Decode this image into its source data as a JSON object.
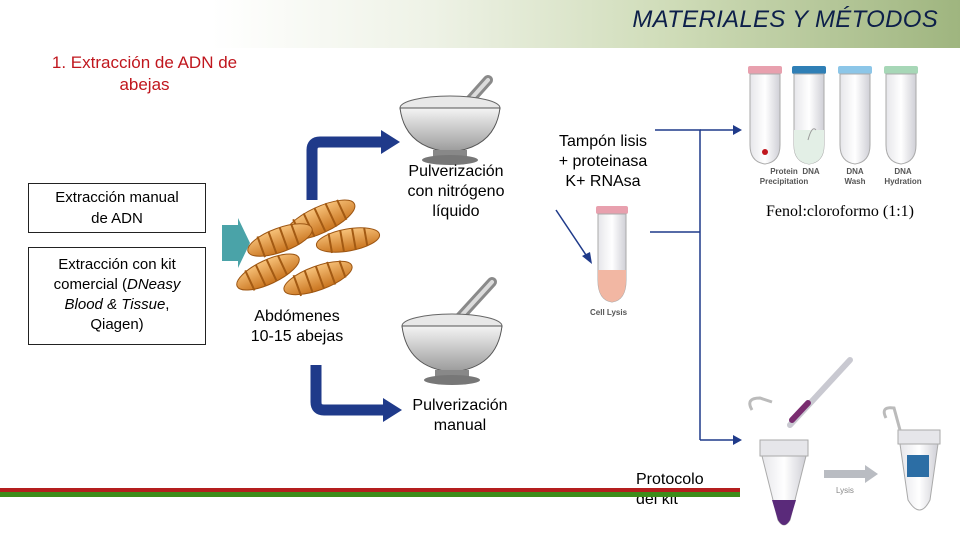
{
  "header": {
    "title": "MATERIALES Y MÉTODOS"
  },
  "section": {
    "title_line1": "1. Extracción de ADN de",
    "title_line2": "abejas"
  },
  "methods": {
    "manual_line1": "Extracción manual",
    "manual_line2": "de ADN",
    "kit_line1": "Extracción con kit",
    "kit_line2_prefix": "comercial (",
    "kit_line2_italic": "DNeasy",
    "kit_line3_italic": "Blood & Tissue",
    "kit_line3_suffix": ",",
    "kit_line4": "Qiagen)"
  },
  "sample": {
    "line1": "Abdómenes",
    "line2": "10-15 abejas"
  },
  "steps": {
    "nitrogen_line1": "Pulverización",
    "nitrogen_line2": "con nitrógeno",
    "nitrogen_line3": "líquido",
    "manual_line1": "Pulverización",
    "manual_line2": "manual",
    "lysis_line1": "Tampón lisis",
    "lysis_line2": "+ proteinasa",
    "lysis_line3": "K+ RNAsa",
    "phenol": "Fenol:cloroformo (1:1)",
    "kit_protocol_line1": "Protocolo",
    "kit_protocol_line2": "del kit"
  },
  "tubes": {
    "cell_lysis": "Cell Lysis",
    "protein_precipitation_line1": "Protein",
    "protein_precipitation_line2": "Precipitation",
    "dna_precipitation_line1": "DNA",
    "dna_wash_line1": "DNA",
    "dna_wash_line2": "Wash",
    "dna_hydration_line1": "DNA",
    "dna_hydration_line2": "Hydration",
    "lysis_kit": "Lysis"
  },
  "colors": {
    "title": "#0d1f4a",
    "subtitle": "#c0161d",
    "arrow": "#1f3a8a",
    "teal_arrow": "#4aa3a8",
    "bottom_red": "#b41e1e",
    "bottom_green": "#3d8c1a"
  }
}
